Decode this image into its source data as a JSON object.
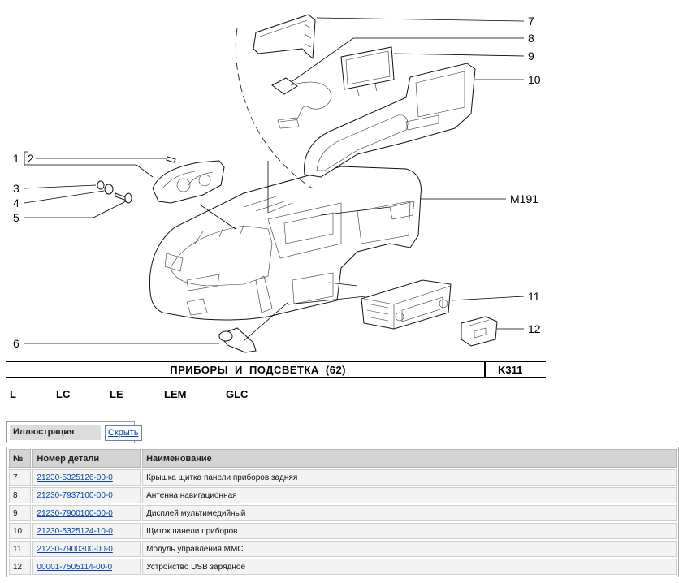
{
  "diagram": {
    "callouts": [
      {
        "id": "1",
        "label": "1"
      },
      {
        "id": "2",
        "label": "2"
      },
      {
        "id": "3",
        "label": "3"
      },
      {
        "id": "4",
        "label": "4"
      },
      {
        "id": "5",
        "label": "5"
      },
      {
        "id": "6",
        "label": "6"
      },
      {
        "id": "7",
        "label": "7"
      },
      {
        "id": "8",
        "label": "8"
      },
      {
        "id": "9",
        "label": "9"
      },
      {
        "id": "10",
        "label": "10"
      },
      {
        "id": "11",
        "label": "11"
      },
      {
        "id": "12",
        "label": "12"
      },
      {
        "id": "m191",
        "label": "M191"
      }
    ]
  },
  "section": {
    "title": "ПРИБОРЫ И ПОДСВЕТКА (62)",
    "code": "K311"
  },
  "variants": [
    "L",
    "LC",
    "LE",
    "LEM",
    "GLC"
  ],
  "illustration": {
    "label": "Иллюстрация",
    "hide_button": "Скрыть"
  },
  "table": {
    "headers": {
      "num": "№",
      "part": "Номер детали",
      "name": "Наименование"
    },
    "rows": [
      {
        "num": "7",
        "part": "21230-5325126-00-0",
        "name": "Крышка щитка панели приборов задняя"
      },
      {
        "num": "8",
        "part": "21230-7937100-00-0",
        "name": "Антенна навигационная"
      },
      {
        "num": "9",
        "part": "21230-7900100-00-0",
        "name": "Дисплей мультимедийный"
      },
      {
        "num": "10",
        "part": "21230-5325124-10-0",
        "name": "Щиток панели приборов"
      },
      {
        "num": "11",
        "part": "21230-7900300-00-0",
        "name": "Модуль управления MMC"
      },
      {
        "num": "12",
        "part": "00001-7505114-00-0",
        "name": "Устройство USB зарядное"
      }
    ]
  }
}
